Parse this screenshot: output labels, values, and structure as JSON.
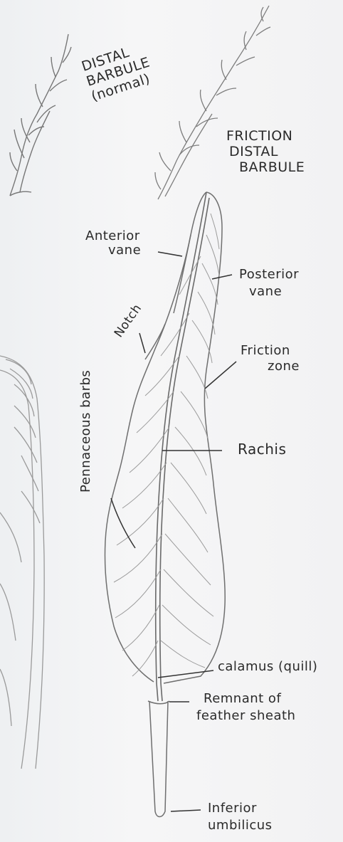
{
  "labels": {
    "distal_barbule": [
      "DISTAL",
      "BARBULE",
      "(normal)"
    ],
    "friction_distal_barbule": [
      "FRICTION",
      "DISTAL",
      "BARBULE"
    ],
    "anterior_vane": [
      "Anterior",
      "vane"
    ],
    "posterior_vane": [
      "Posterior",
      "vane"
    ],
    "notch": "Notch",
    "friction_zone": [
      "Friction",
      "zone"
    ],
    "pennaceous_barbs": "Pennaceous barbs",
    "rachis": "Rachis",
    "calamus": "calamus (quill)",
    "sheath_remnant": [
      "Remnant of",
      "feather sheath"
    ],
    "inferior_umbilicus": [
      "Inferior",
      "umbilicus"
    ]
  }
}
